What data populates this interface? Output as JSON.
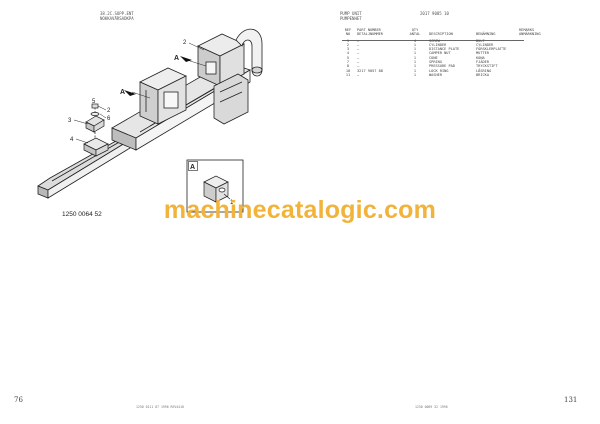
{
  "header": {
    "left_line1": "38.2C.SUPP.ENT",
    "left_line2": "NOKKAVÄRSADKPA",
    "right_a_line1": "PUMP UNIT",
    "right_a_line2": "PUMPENHET",
    "right_b": "2017 9085 10"
  },
  "table": {
    "headers": {
      "no": "REF\nNO",
      "part": "PART NUMBER\nDETALJNUMMER",
      "qty": "QTY\nANTAL",
      "desc": "DESCRIPTION",
      "ben": "BENÄMNING",
      "rem": "REMARKS\nANMÄRKNING"
    },
    "rows": [
      {
        "no": "1",
        "part": "–",
        "qty": "4",
        "desc": "SCREW",
        "ben": "BULT",
        "rem": ""
      },
      {
        "no": "2",
        "part": "–",
        "qty": "1",
        "desc": "CYLINDER",
        "ben": "CYLINDER",
        "rem": ""
      },
      {
        "no": "3",
        "part": "–",
        "qty": "1",
        "desc": "DISTANCE PLATE",
        "ben": "FÖRSKLERPLATTE",
        "rem": ""
      },
      {
        "no": "4",
        "part": "–",
        "qty": "1",
        "desc": "CAMPER NUT",
        "ben": "MUTTER",
        "rem": ""
      },
      {
        "no": "5",
        "part": "–",
        "qty": "1",
        "desc": "CONE",
        "ben": "KONA",
        "rem": ""
      },
      {
        "no": "7",
        "part": "–",
        "qty": "1",
        "desc": "SPRING",
        "ben": "FJÄDER",
        "rem": ""
      },
      {
        "no": "8",
        "part": "–",
        "qty": "1",
        "desc": "PRESSURE PAD",
        "ben": "TRYCKSTIFT",
        "rem": ""
      },
      {
        "no": "10",
        "part": "3217 9057 88",
        "qty": "1",
        "desc": "LOCK RING",
        "ben": "LÅSRING",
        "rem": ""
      },
      {
        "no": "11",
        "part": "–",
        "qty": "1",
        "desc": "WASHER",
        "ben": "BRICKA",
        "rem": ""
      }
    ]
  },
  "drawing": {
    "callouts": [
      "1",
      "2",
      "3",
      "4",
      "5",
      "6"
    ],
    "view_label": "A",
    "ref_number": "1250 0064 52"
  },
  "watermark": "machinecatalogic.com",
  "footer": {
    "page_left": "76",
    "page_right": "131",
    "left_text": "1250 0111 87 1996 REV4410",
    "right_text": "1250 0089 52 1996"
  }
}
